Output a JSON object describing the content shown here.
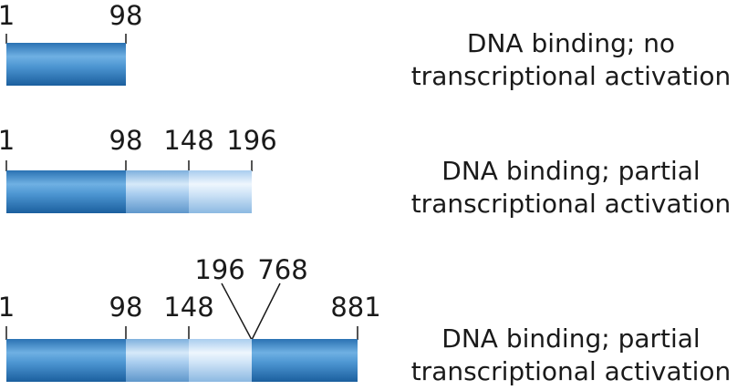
{
  "colors": {
    "segment_dark": "#2e7fc0",
    "segment_medium": "#8fbde6",
    "segment_light": "#c5def4",
    "line": "#1a1a1a",
    "text": "#1a1a1a"
  },
  "constructs": [
    {
      "positions": [
        {
          "value": "1",
          "residue": 1
        },
        {
          "value": "98",
          "residue": 98
        }
      ],
      "segments": [
        {
          "from": 1,
          "to": 98,
          "shade": "segment_dark"
        }
      ],
      "description": {
        "line1": "DNA binding; no",
        "line2": "transcriptional activation"
      }
    },
    {
      "positions": [
        {
          "value": "1",
          "residue": 1
        },
        {
          "value": "98",
          "residue": 98
        },
        {
          "value": "148",
          "residue": 148
        },
        {
          "value": "196",
          "residue": 196
        }
      ],
      "segments": [
        {
          "from": 1,
          "to": 98,
          "shade": "segment_dark"
        },
        {
          "from": 98,
          "to": 148,
          "shade": "segment_medium"
        },
        {
          "from": 148,
          "to": 196,
          "shade": "segment_light"
        }
      ],
      "description": {
        "line1": "DNA binding; partial",
        "line2": "transcriptional activation"
      }
    },
    {
      "positions": [
        {
          "value": "1",
          "residue": 1
        },
        {
          "value": "98",
          "residue": 98
        },
        {
          "value": "148",
          "residue": 148
        },
        {
          "value": "881",
          "residue": 881
        }
      ],
      "deletion_labels": [
        {
          "value": "196"
        },
        {
          "value": "768"
        }
      ],
      "segments": [
        {
          "from": 1,
          "to": 98,
          "shade": "segment_dark"
        },
        {
          "from": 98,
          "to": 148,
          "shade": "segment_medium"
        },
        {
          "from": 148,
          "to": 196,
          "shade": "segment_light"
        },
        {
          "from": 768,
          "to": 881,
          "shade": "segment_dark"
        }
      ],
      "description": {
        "line1": "DNA binding; partial",
        "line2": "transcriptional activation"
      }
    }
  ]
}
